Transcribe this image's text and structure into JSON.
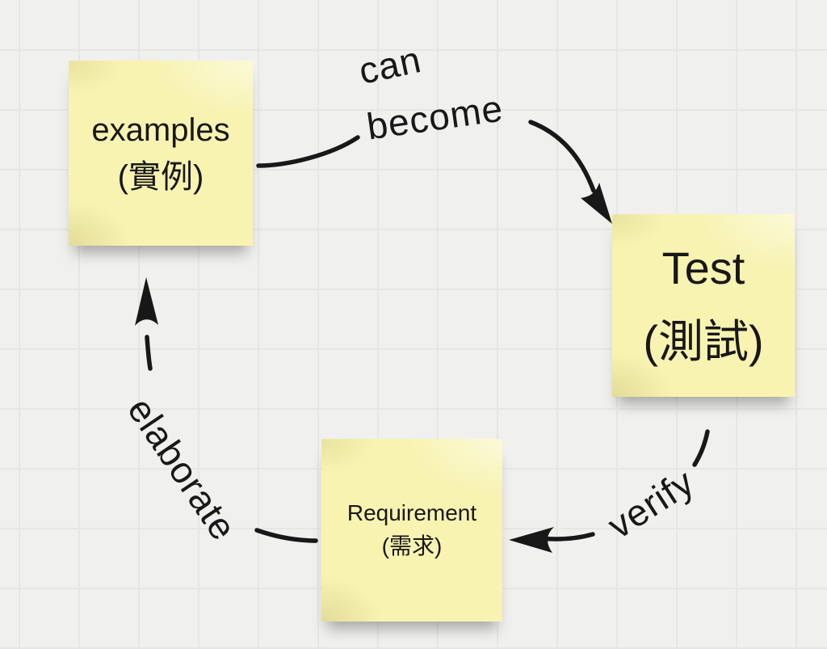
{
  "canvas": {
    "type": "whiteboard-grid"
  },
  "colors": {
    "canvas_bg": "#f0f0ee",
    "grid_line": "#e6e6e4",
    "note_fill": "#f8f3b1",
    "ink": "#181818"
  },
  "notes": {
    "examples": {
      "title": "examples",
      "subtitle": "(實例)"
    },
    "test": {
      "title": "Test",
      "subtitle": "(測試)"
    },
    "requirement": {
      "title": "Requirement",
      "subtitle": "(需求)"
    }
  },
  "arrows": {
    "can_become": {
      "from": "examples",
      "to": "test",
      "label_line1": "can",
      "label_line2": "become"
    },
    "verify": {
      "from": "test",
      "to": "requirement",
      "label": "verify"
    },
    "elaborate": {
      "from": "requirement",
      "to": "examples",
      "label": "elaborate"
    }
  }
}
